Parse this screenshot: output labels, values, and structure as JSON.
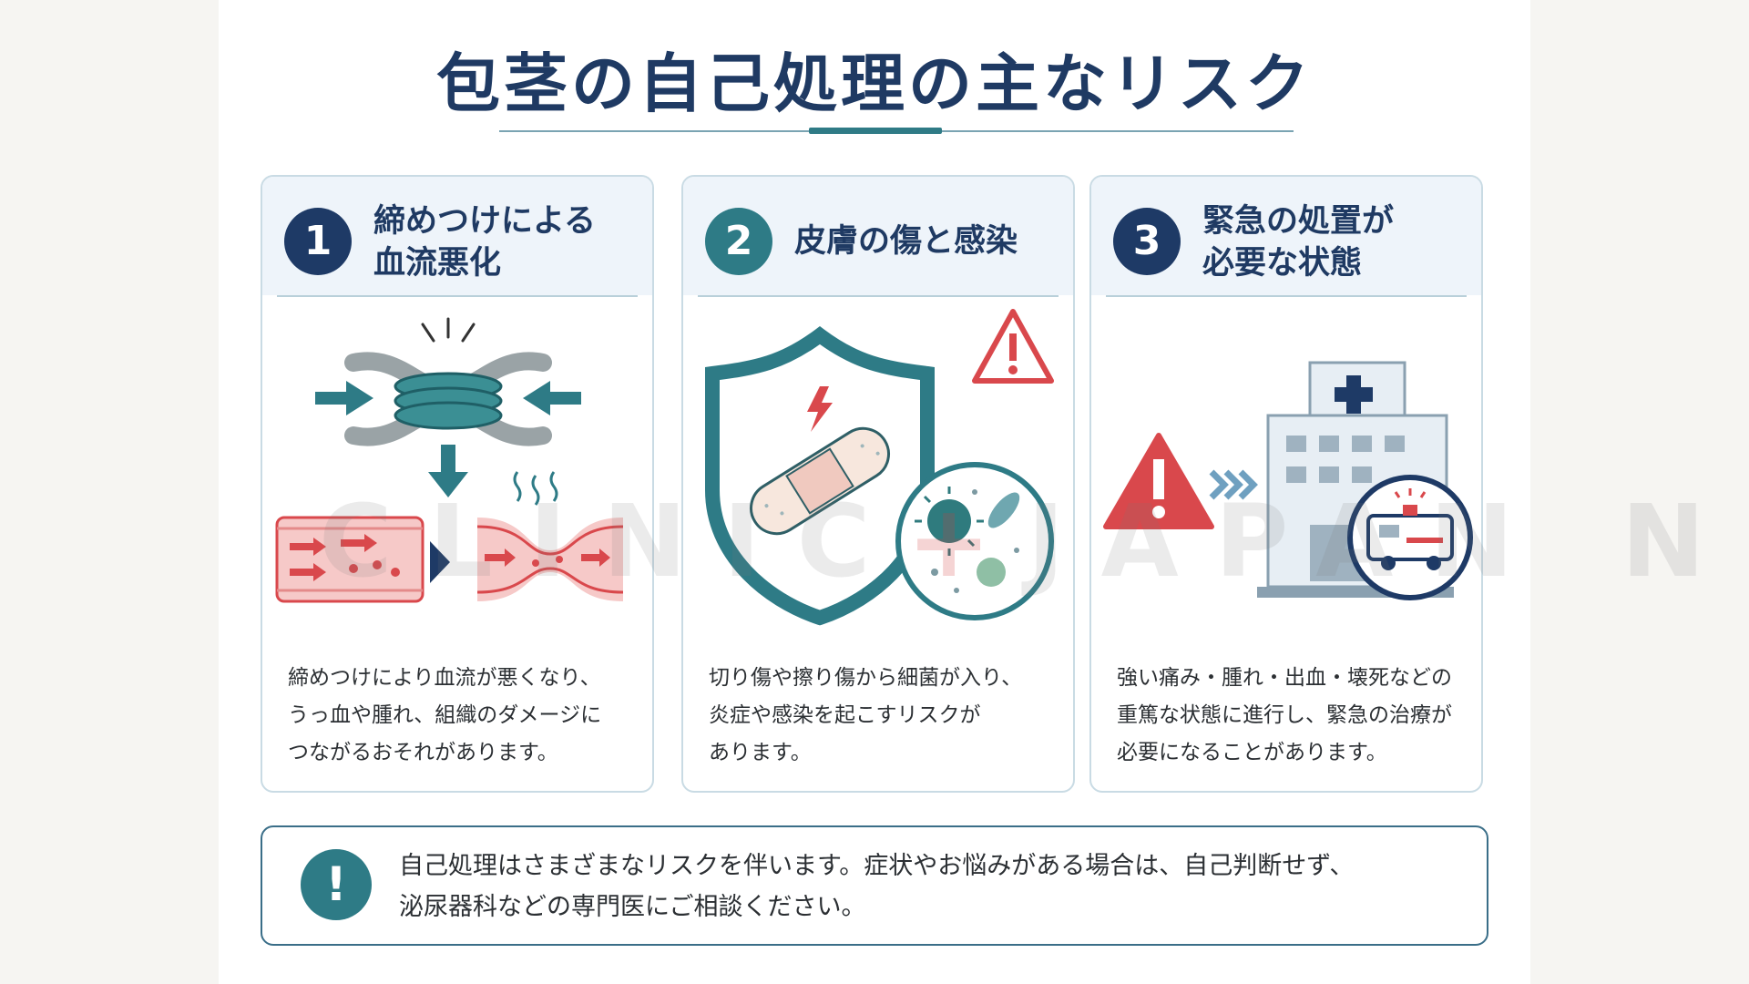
{
  "title": "包茎の自己処理の主なリスク",
  "watermark": {
    "left": "CLINIC",
    "plus": "+",
    "right": "JAPAN",
    "tail": "NET"
  },
  "cards": [
    {
      "number": "1",
      "title": "締めつけによる\n血流悪化",
      "text": "締めつけにより血流が悪くなり、\nうっ血や腫れ、組織のダメージに\nつながるおそれがあります。",
      "color": "#1e3a66"
    },
    {
      "number": "2",
      "title": "皮膚の傷と感染",
      "text": "切り傷や擦り傷から細菌が入り、\n炎症や感染を起こすリスクが\nあります。",
      "color": "#2e7b86"
    },
    {
      "number": "3",
      "title": "緊急の処置が\n必要な状態",
      "text": "強い痛み・腫れ・出血・壊死などの\n重篤な状態に進行し、緊急の治療が\n必要になることがあります。",
      "color": "#1e3a66"
    }
  ],
  "notice": {
    "icon": "exclamation-icon",
    "symbol": "!",
    "text": "自己処理はさまざまなリスクを伴います。症状やお悩みがある場合は、自己判断せず、\n泌尿器科などの専門医にご相談ください。"
  },
  "colors": {
    "navy": "#1f3a63",
    "teal": "#2e7b86",
    "warning_red": "#d9484c",
    "vessel_pink": "#f6c9c8"
  }
}
